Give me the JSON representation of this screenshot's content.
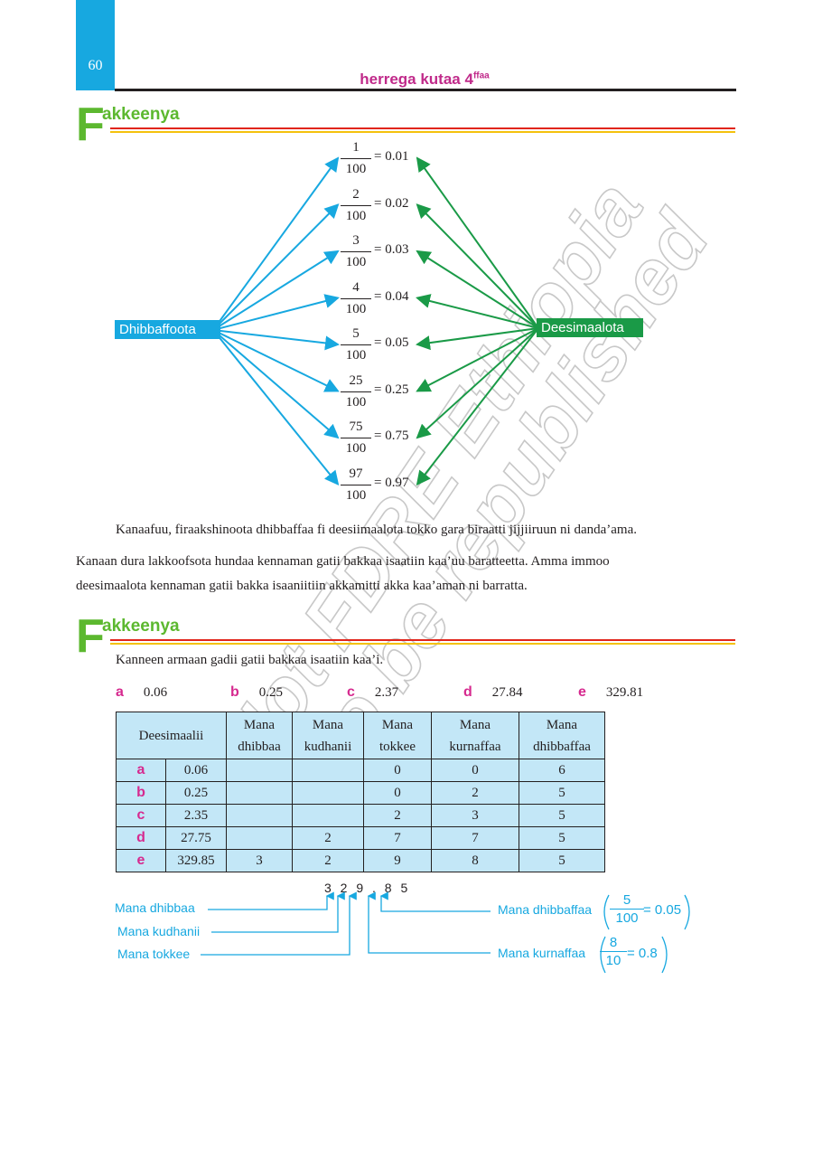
{
  "page": {
    "number": "60",
    "running_head": "herrega kutaa 4",
    "running_head_sup": "ffaa"
  },
  "example1": {
    "heading_letter": "F",
    "heading_rest": "akkeenya",
    "left_label": "Dhibbaffoota",
    "right_label": "Deesimaalota",
    "rows": [
      {
        "num": "1",
        "den": "100",
        "dec": "= 0.01"
      },
      {
        "num": "2",
        "den": "100",
        "dec": "= 0.02"
      },
      {
        "num": "3",
        "den": "100",
        "dec": "= 0.03"
      },
      {
        "num": "4",
        "den": "100",
        "dec": "= 0.04"
      },
      {
        "num": "5",
        "den": "100",
        "dec": "= 0.05"
      },
      {
        "num": "25",
        "den": "100",
        "dec": "= 0.25"
      },
      {
        "num": "75",
        "den": "100",
        "dec": "= 0.75"
      },
      {
        "num": "97",
        "den": "100",
        "dec": "= 0.97"
      }
    ],
    "arrow_colors": {
      "left": "#17a8e0",
      "right": "#1a9a47"
    }
  },
  "para1": "Kanaafuu, firaakshinoota dhibbaffaa fi deesiimaalota tokko gara biraatti jijjiiruun ni danda’ama.",
  "para2_line1": "Kanaan dura lakkoofsota hundaa kennaman gatii bakkaa isaatiin kaa’uu baratteetta. Amma immoo",
  "para2_line2": "deesimaalota kennaman gatii bakka isaaniitiin akkamitti akka kaa’aman ni barratta.",
  "example2": {
    "heading_letter": "F",
    "heading_rest": "akkeenya",
    "instruction": "Kanneen armaan gadii gatii bakkaa isaatiin kaa’i.",
    "options": [
      {
        "letter": "a",
        "value": "0.06"
      },
      {
        "letter": "b",
        "value": "0.25"
      },
      {
        "letter": "c",
        "value": "2.37"
      },
      {
        "letter": "d",
        "value": "27.84"
      },
      {
        "letter": "e",
        "value": "329.81"
      }
    ],
    "table": {
      "col0": "Deesimaalii",
      "headers": [
        [
          "Mana",
          "dhibbaa"
        ],
        [
          "Mana",
          "kudhanii"
        ],
        [
          "Mana",
          "tokkee"
        ],
        [
          "Mana",
          "kurnaffaa"
        ],
        [
          "Mana",
          "dhibbaffaa"
        ]
      ],
      "rows": [
        {
          "letter": "a",
          "value": "0.06",
          "cells": [
            "",
            "",
            "0",
            "0",
            "6"
          ]
        },
        {
          "letter": "b",
          "value": "0.25",
          "cells": [
            "",
            "",
            "0",
            "2",
            "5"
          ]
        },
        {
          "letter": "c",
          "value": "2.35",
          "cells": [
            "",
            "",
            "2",
            "3",
            "5"
          ]
        },
        {
          "letter": "d",
          "value": "27.75",
          "cells": [
            "",
            "2",
            "7",
            "7",
            "5"
          ]
        },
        {
          "letter": "e",
          "value": "329.85",
          "cells": [
            "3",
            "2",
            "9",
            "8",
            "5"
          ]
        }
      ]
    },
    "place_diagram": {
      "digits": "3 2 9 . 8 5",
      "left_labels": [
        "Mana dhibbaa",
        "Mana kudhanii",
        "Mana tokkee"
      ],
      "right1_label": "Mana dhibbaffaa",
      "right1_num": "5",
      "right1_den": "100",
      "right1_result": "= 0.05",
      "right2_label": "Mana kurnaffaa",
      "right2_num": "8",
      "right2_den": "10",
      "right2_result": "= 0.8"
    }
  },
  "watermark": {
    "line1": "Not FDRE Ethiopia",
    "line2": "to be republished",
    "symbol": "©"
  },
  "colors": {
    "accent_blue": "#17a8e0",
    "accent_green": "#5cb82f",
    "accent_magenta": "#d62a8f",
    "table_fill": "#c3e7f7"
  }
}
